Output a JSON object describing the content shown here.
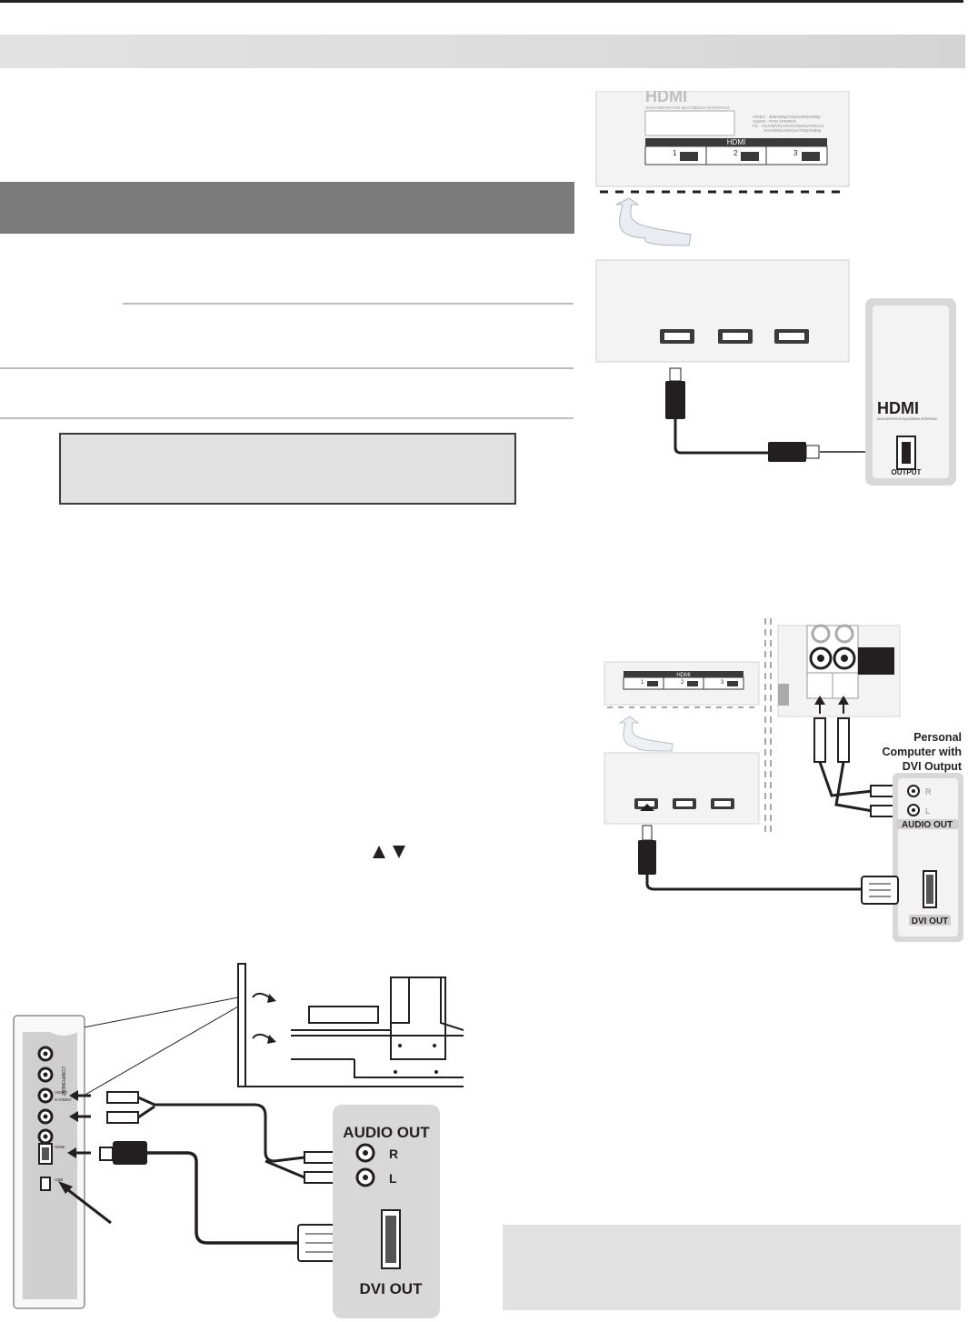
{
  "diagram_top_right": {
    "panel_logo": "HDMI",
    "panel_logo_sub": "HIGH-DEFINITION MULTIMEDIA INTERFACE",
    "spec_lines": [
      "VIDEO : 480i/480p/720p/1080i/1080p",
      "AUDIO : PCM STEREO",
      "PC : VGA/WVGA/SVGA/WXGA/SXGA/",
      "XGA/WXGA/SXGA/720p/1080p"
    ],
    "port_bar_label": "HDMI",
    "port_numbers": [
      "1",
      "2",
      "3"
    ],
    "device_logo": "HDMI",
    "device_logo_sub": "HIGH-DEFINITION MULTIMEDIA INTERFACE",
    "device_port_label": "OUTPUT"
  },
  "diagram_mid_right": {
    "port_bar_label": "HDMI",
    "port_numbers": [
      "1",
      "2",
      "3"
    ],
    "pc_label_lines": [
      "Personal",
      "Computer with",
      "DVI Output"
    ],
    "audio_r": "R",
    "audio_l": "L",
    "audio_out": "AUDIO OUT",
    "dvi_out": "DVI OUT"
  },
  "diagram_bottom_left": {
    "side_panel_labels": [
      "COMPONENT",
      "VIDEO",
      "S-VIDEO",
      "HDMI",
      "USB"
    ],
    "audio_out": "AUDIO OUT",
    "audio_r": "R",
    "audio_l": "L",
    "dvi_out": "DVI OUT"
  },
  "colors": {
    "header_band": "#7a7a7a",
    "top_band": "#dedede",
    "note_fill": "#e1e1e1",
    "device_panel": "#d8d8d8",
    "ink": "#231f20"
  },
  "icons": [
    "arrow-up-icon",
    "arrow-down-icon"
  ]
}
